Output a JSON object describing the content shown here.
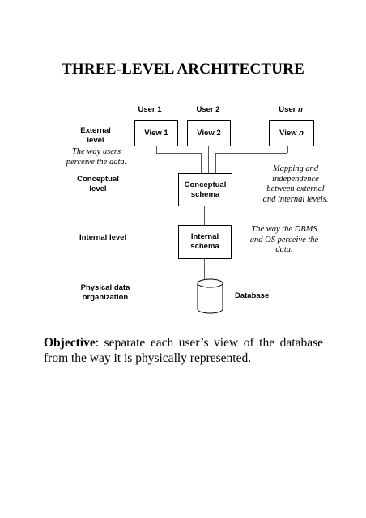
{
  "title": "THREE-LEVEL ARCHITECTURE",
  "users": [
    "User 1",
    "User 2",
    "User n"
  ],
  "levels": {
    "external": "External level",
    "conceptual": "Conceptual level",
    "internal": "Internal level",
    "physical": "Physical data organization"
  },
  "views": [
    "View 1",
    "View 2",
    "View n"
  ],
  "ellipsis": ". . . .",
  "boxes": {
    "conceptual_schema": "Conceptual schema",
    "internal_schema": "Internal schema"
  },
  "database_label": "Database",
  "annotations": {
    "users_perceive": "The way users perceive the data.",
    "mapping": "Mapping and independence between external and internal levels.",
    "dbms_perceive": "The way the DBMS and OS perceive the data."
  },
  "objective": {
    "label": "Objective",
    "text": ": separate each user’s view of the database from the way it is physically represented."
  }
}
